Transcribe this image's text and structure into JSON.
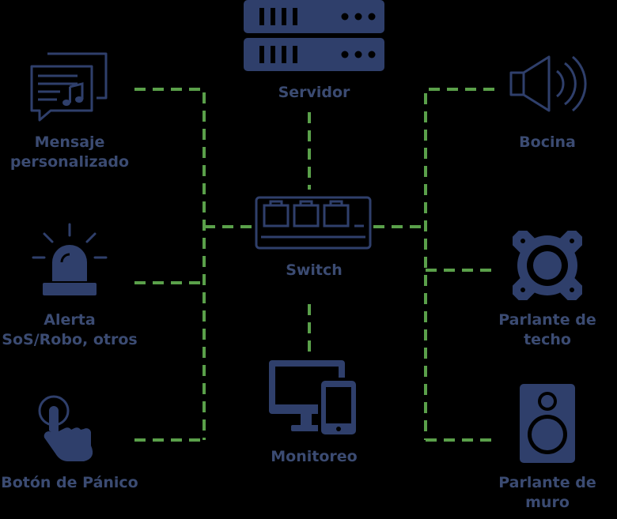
{
  "colors": {
    "background": "#000000",
    "icon": "#2f3f6b",
    "label": "#3b4b72",
    "connector": "#5aa04a"
  },
  "nodes": {
    "servidor": {
      "label": "Servidor",
      "icon": "server-rack-icon"
    },
    "switch": {
      "label": "Switch",
      "icon": "network-switch-icon"
    },
    "monitoreo": {
      "label": "Monitoreo",
      "icon": "monitor-and-phone-icon"
    },
    "mensaje": {
      "label_line1": "Mensaje",
      "label_line2": "personalizado",
      "icon": "message-bubbles-icon"
    },
    "alerta": {
      "label_line1": "Alerta",
      "label_line2": "SoS/Robo, otros",
      "icon": "siren-light-icon"
    },
    "panico": {
      "label": "Botón de Pánico",
      "icon": "hand-press-icon"
    },
    "bocina": {
      "label": "Bocina",
      "icon": "horn-speaker-icon"
    },
    "techo": {
      "label_line1": "Parlante de",
      "label_line2": "techo",
      "icon": "ceiling-speaker-icon"
    },
    "muro": {
      "label_line1": "Parlante de",
      "label_line2": "muro",
      "icon": "wall-speaker-icon"
    }
  }
}
